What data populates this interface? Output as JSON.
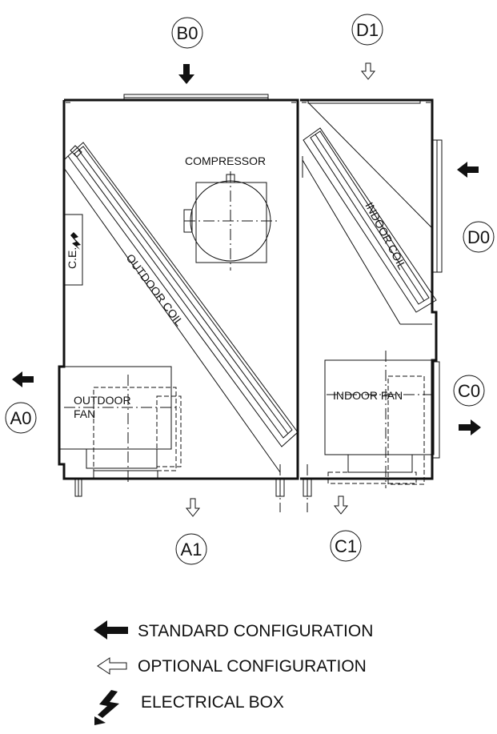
{
  "callouts": {
    "b0": "B0",
    "d1": "D1",
    "d0": "D0",
    "a0": "A0",
    "c0": "C0",
    "a1": "A1",
    "c1": "C1"
  },
  "components": {
    "compressor": "COMPRESSOR",
    "outdoor_coil": "OUTDOOR COIL",
    "indoor_coil": "INDOOR COIL",
    "outdoor_fan_line1": "OUTDOOR",
    "outdoor_fan_line2": "FAN",
    "indoor_fan": "INDOOR FAN",
    "electrical_box_abbrev": "C.E."
  },
  "legend": {
    "standard": "STANDARD CONFIGURATION",
    "optional": "OPTIONAL CONFIGURATION",
    "electrical": "ELECTRICAL BOX"
  }
}
